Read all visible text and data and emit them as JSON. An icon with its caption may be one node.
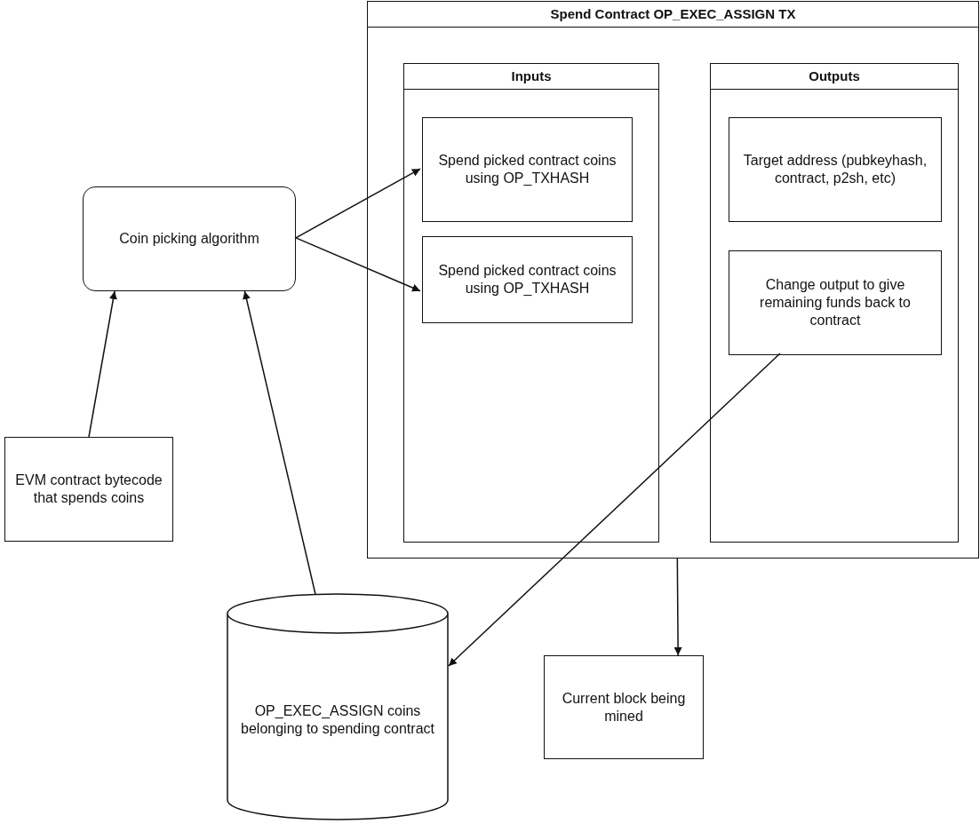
{
  "diagram": {
    "nodes": [
      {
        "text": [
          "Spend Contract OP_EXEC_ASSIGN TX"
        ]
      },
      {
        "text": [
          "Inputs"
        ],
        "in": 0
      },
      {
        "text": [
          "Spend picked contract coins using OP_TXHASH"
        ],
        "in": 1
      },
      {
        "text": [
          "Spend picked contract coins using OP_TXHASH"
        ],
        "in": 1
      },
      {
        "text": [
          "Outputs"
        ],
        "in": 0
      },
      {
        "text": [
          "Target address (pubkeyhash, contract, p2sh, etc)"
        ],
        "in": 4
      },
      {
        "text": [
          "Change output to give remaining funds back to contract"
        ],
        "in": 4
      },
      {
        "text": [
          "Coin picking algorithm"
        ]
      },
      {
        "text": [
          "EVM contract bytecode that spends coins"
        ]
      },
      {
        "text": [
          "OP_EXEC_ASSIGN coins belonging to spending contract"
        ]
      },
      {
        "text": [
          "Current block being mined"
        ]
      }
    ],
    "edges": [
      {
        "from": 7,
        "to": 2,
        "arrow": "to"
      },
      {
        "from": 7,
        "to": 3,
        "arrow": "to"
      },
      {
        "from": 8,
        "to": 7,
        "arrow": "to"
      },
      {
        "from": 9,
        "to": 7,
        "arrow": "to"
      },
      {
        "from": 6,
        "to": 9,
        "arrow": "to"
      },
      {
        "from": 0,
        "to": 10,
        "arrow": "to"
      }
    ]
  }
}
